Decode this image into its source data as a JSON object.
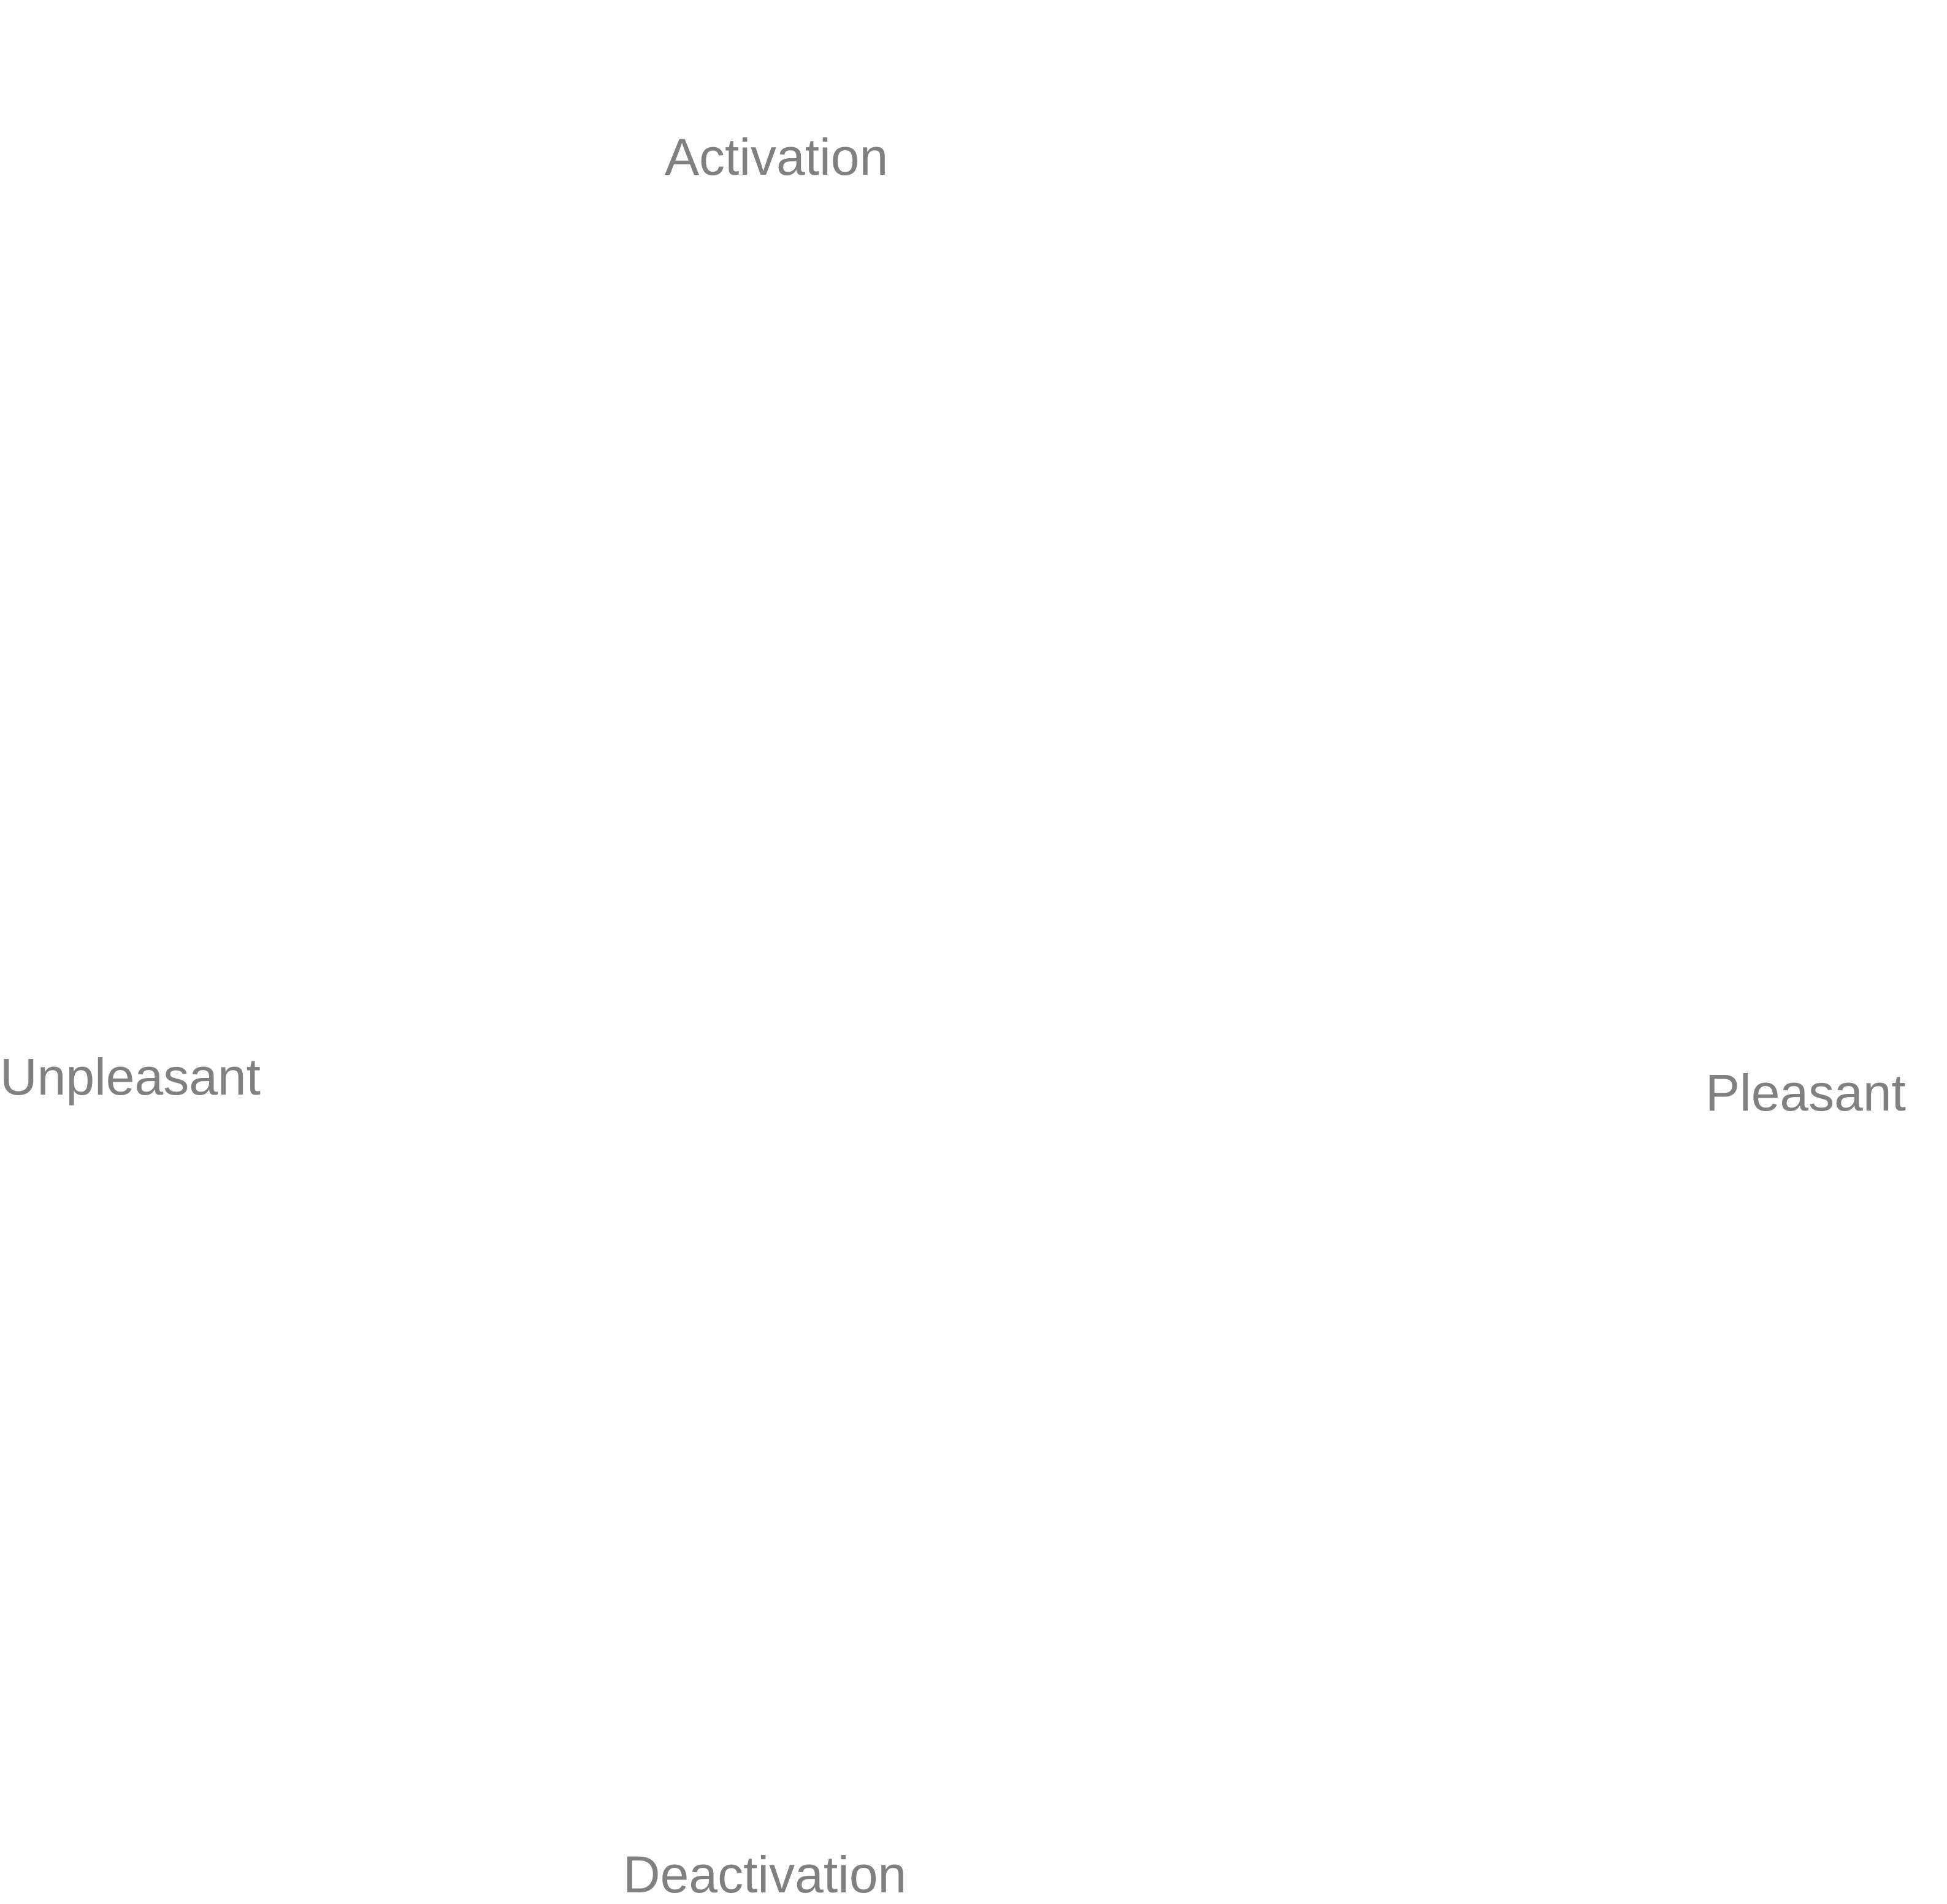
{
  "diagram": {
    "axes": {
      "top": "Activation",
      "bottom": "Deactivation",
      "left": "Unpleasant",
      "right": "Pleasant"
    },
    "colors": {
      "background": "#ffffff",
      "label_text": "#808080"
    }
  }
}
